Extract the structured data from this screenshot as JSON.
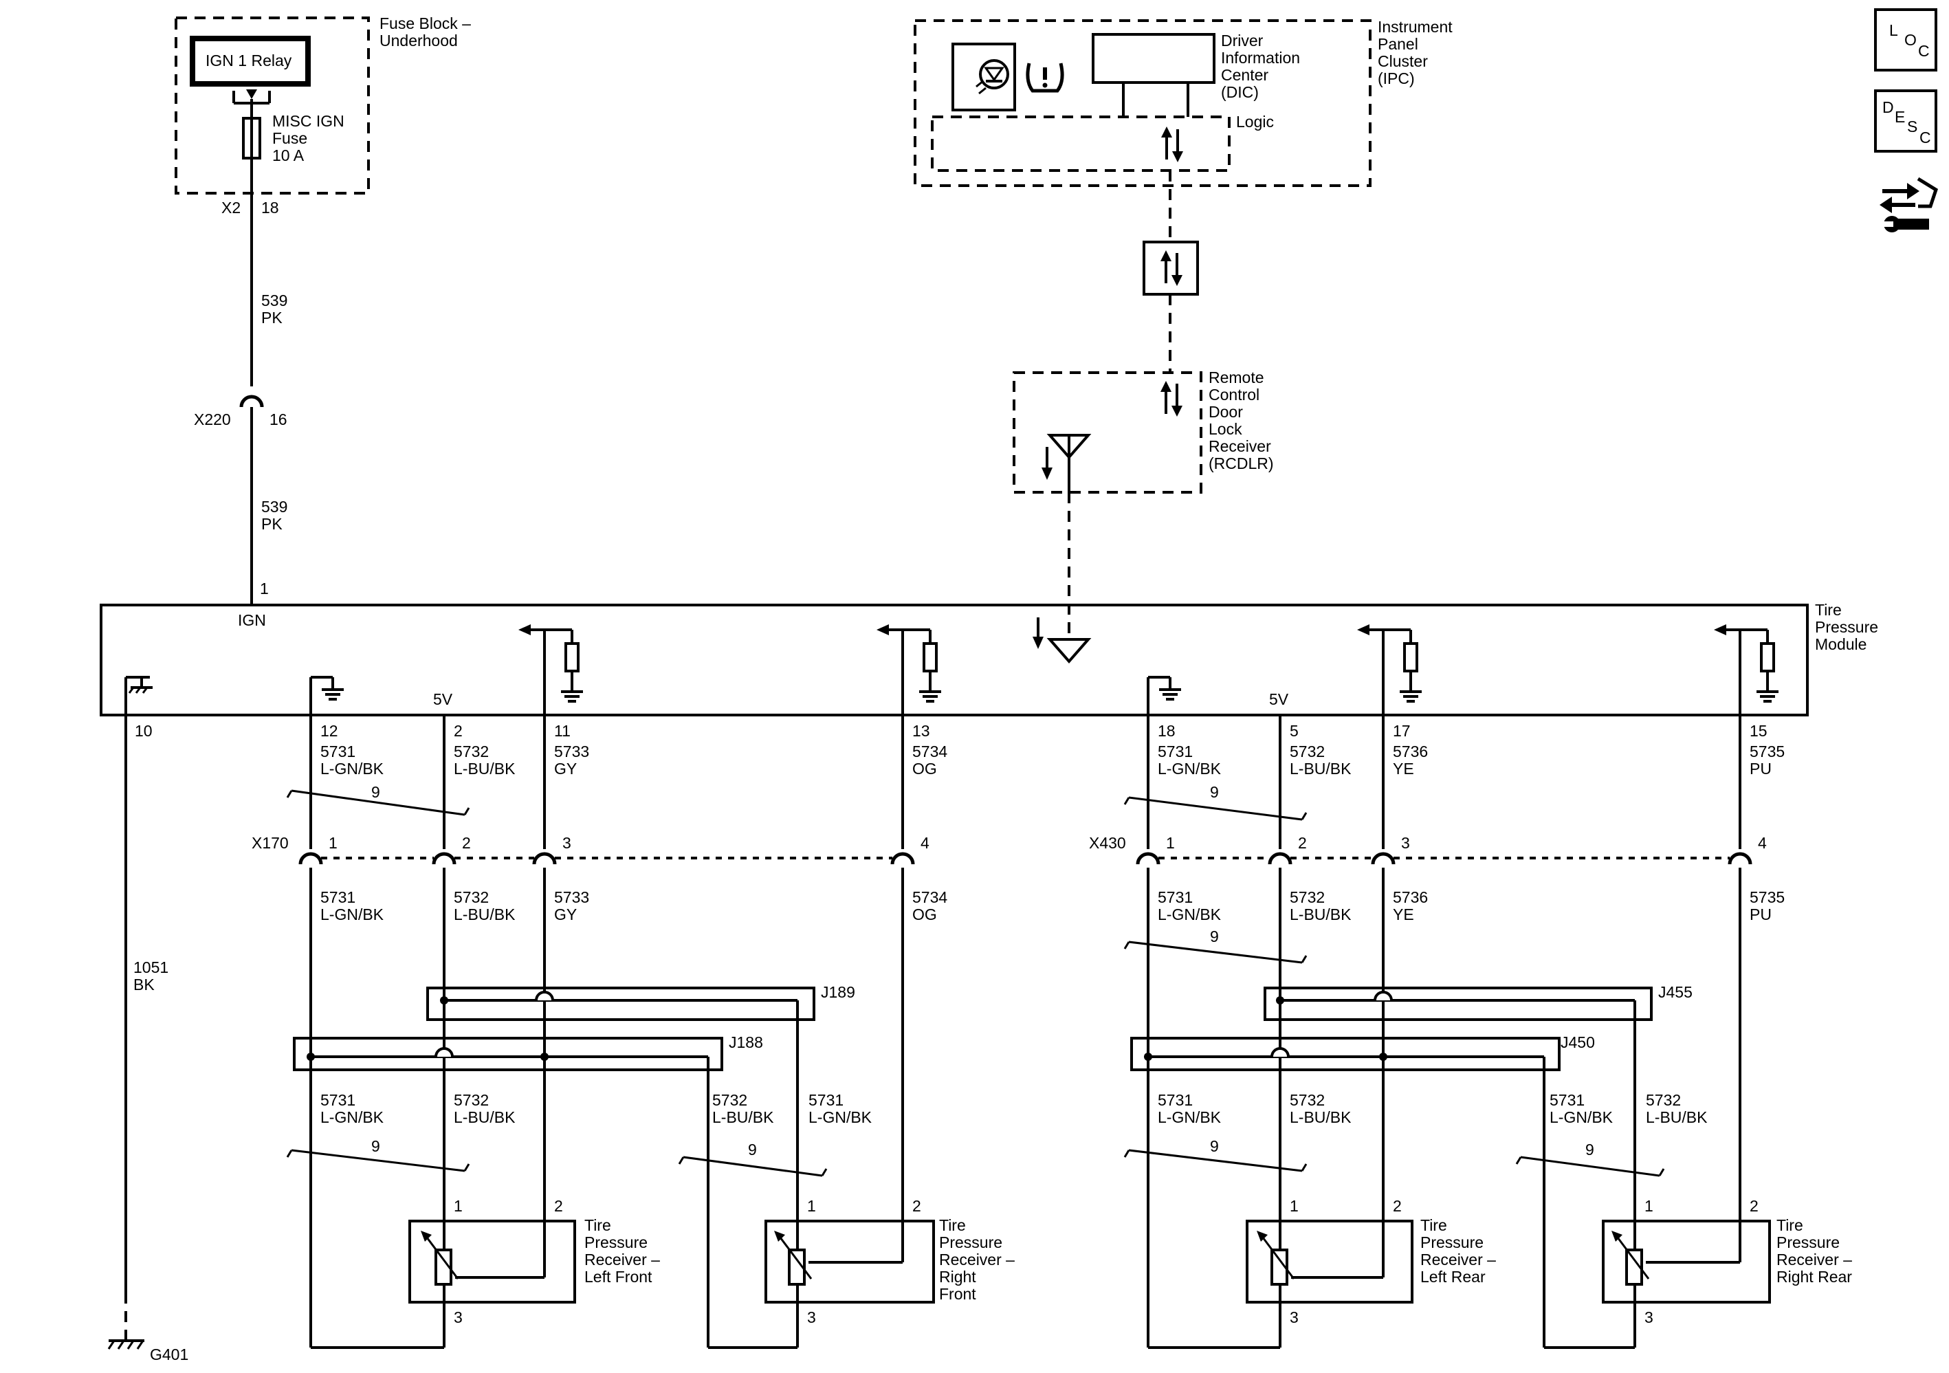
{
  "fuse_block": {
    "relay": "IGN 1 Relay",
    "fuse": [
      "MISC IGN",
      "Fuse",
      "10 A"
    ],
    "title": [
      "Fuse Block –",
      "Underhood"
    ],
    "conn": "X2",
    "pin": "18"
  },
  "ipc": {
    "title": [
      "Instrument",
      "Panel",
      "Cluster",
      "(IPC)"
    ],
    "dic": [
      "Driver",
      "Information",
      "Center",
      "(DIC)"
    ],
    "logic": "Logic"
  },
  "rcdlr": {
    "title": [
      "Remote",
      "Control",
      "Door",
      "Lock",
      "Receiver",
      "(RCDLR)"
    ]
  },
  "feed": {
    "upper_circuit": "539",
    "upper_color": "PK",
    "inline_conn": "X220",
    "inline_pin": "16",
    "lower_circuit": "539",
    "lower_color": "PK"
  },
  "module": {
    "title": [
      "Tire",
      "Pressure",
      "Module"
    ],
    "ign_label": "IGN",
    "ign_pin": "1",
    "ref_left": "5V",
    "ref_right": "5V",
    "pins": [
      "10",
      "12",
      "2",
      "11",
      "13",
      "18",
      "5",
      "17",
      "15"
    ]
  },
  "ground": {
    "circuit": "1051",
    "color": "BK",
    "name": "G401"
  },
  "wires": {
    "c5731": "5731",
    "lgnbk": "L-GN/BK",
    "c5732": "5732",
    "lbubk": "L-BU/BK",
    "c5733": "5733",
    "gy": "GY",
    "c5734": "5734",
    "og": "OG",
    "c5736": "5736",
    "ye": "YE",
    "c5735": "5735",
    "pu": "PU",
    "twist": "9"
  },
  "connectors": {
    "left": "X170",
    "right": "X430",
    "pins": [
      "1",
      "2",
      "3",
      "4"
    ]
  },
  "splices": {
    "j189": "J189",
    "j188": "J188",
    "j455": "J455",
    "j450": "J450"
  },
  "receivers": [
    {
      "title": [
        "Tire",
        "Pressure",
        "Receiver –",
        "Left Front"
      ],
      "pins": [
        "1",
        "2",
        "3"
      ]
    },
    {
      "title": [
        "Tire",
        "Pressure",
        "Receiver –",
        "Right",
        "Front"
      ],
      "pins": [
        "1",
        "2",
        "3"
      ]
    },
    {
      "title": [
        "Tire",
        "Pressure",
        "Receiver –",
        "Left Rear"
      ],
      "pins": [
        "1",
        "2",
        "3"
      ]
    },
    {
      "title": [
        "Tire",
        "Pressure",
        "Receiver –",
        "Right Rear"
      ],
      "pins": [
        "1",
        "2",
        "3"
      ]
    }
  ],
  "side_icons": {
    "loc": [
      "L",
      "O",
      "C"
    ],
    "desc": [
      "D",
      "E",
      "S",
      "C"
    ],
    "icons": [
      "loc-icon",
      "desc-icon",
      "connector-view-icon"
    ]
  }
}
